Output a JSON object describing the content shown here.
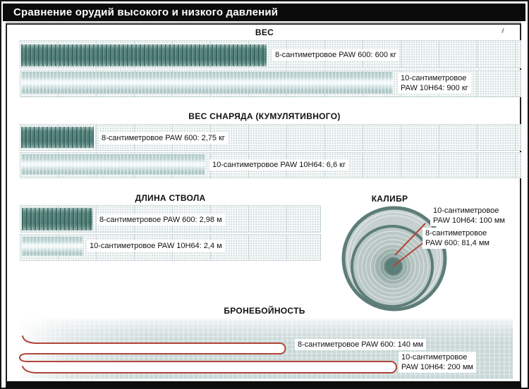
{
  "title": "Сравнение орудий высокого и низкого давлений",
  "colors": {
    "bar_dark": "#4e7d76",
    "bar_light": "#c3d6d6",
    "armor": "#c9d7d7",
    "red_line": "#b2453a",
    "circle_rim": "#5d7d78",
    "titlebar_bg": "#0b0b0b"
  },
  "sections": {
    "weight": {
      "title": "ВЕС",
      "bars": [
        {
          "label": "8-сантиметровое PAW 600: 600 кг",
          "px": 348
        },
        {
          "label_line1": "10-сантиметровое",
          "label_line2": "PAW 10H64: 900 кг",
          "px": 527
        }
      ]
    },
    "shell_weight": {
      "title": "ВЕС СНАРЯДА (КУМУЛЯТИВНОГО)",
      "bars": [
        {
          "label": "8-сантиметровое PAW 600: 2,75 кг",
          "px": 103
        },
        {
          "label": "10-сантиметровое PAW 10H64: 6,6 кг",
          "px": 260
        }
      ]
    },
    "barrel_length": {
      "title": "ДЛИНА СТВОЛА",
      "bars": [
        {
          "label": "8-сантиметровое PAW 600: 2,98 м",
          "px": 100
        },
        {
          "label": "10-сантиметровое PAW 10H64: 2,4 м",
          "px": 87
        }
      ]
    },
    "caliber": {
      "title": "КАЛИБР",
      "label_10_line1": "10-сантиметровое",
      "label_10_line2": "PAW 10H64: 100 мм",
      "label_8_line1": "8-сантиметровое",
      "label_8_line2": "PAW 600: 81,4 мм"
    },
    "penetration": {
      "title": "БРОНЕБОЙНОСТЬ",
      "label_8": "8-сантиметровое PAW 600: 140 мм",
      "label_10_line1": "10-сантиметровое",
      "label_10_line2": "PAW 10H64: 200 мм"
    }
  },
  "chart_data": [
    {
      "type": "bar",
      "title": "ВЕС",
      "categories": [
        "8-сантиметровое PAW 600",
        "10-сантиметровое PAW 10H64"
      ],
      "values": [
        600,
        900
      ],
      "unit": "кг",
      "orientation": "horizontal"
    },
    {
      "type": "bar",
      "title": "ВЕС СНАРЯДА (КУМУЛЯТИВНОГО)",
      "categories": [
        "8-сантиметровое PAW 600",
        "10-сантиметровое PAW 10H64"
      ],
      "values": [
        2.75,
        6.6
      ],
      "unit": "кг",
      "orientation": "horizontal"
    },
    {
      "type": "bar",
      "title": "ДЛИНА СТВОЛА",
      "categories": [
        "8-сантиметровое PAW 600",
        "10-сантиметровое PAW 10H64"
      ],
      "values": [
        2.98,
        2.4
      ],
      "unit": "м",
      "orientation": "horizontal"
    },
    {
      "type": "other",
      "shape": "concentric-circles",
      "title": "КАЛИБР",
      "categories": [
        "10-сантиметровое PAW 10H64",
        "8-сантиметровое PAW 600"
      ],
      "values": [
        100,
        81.4
      ],
      "unit": "мм"
    },
    {
      "type": "bar",
      "title": "БРОНЕБОЙНОСТЬ",
      "categories": [
        "8-сантиметровое PAW 600",
        "10-сантиметровое PAW 10H64"
      ],
      "values": [
        140,
        200
      ],
      "unit": "мм",
      "orientation": "horizontal",
      "style": "red outlined penetration channels over armor block"
    }
  ]
}
